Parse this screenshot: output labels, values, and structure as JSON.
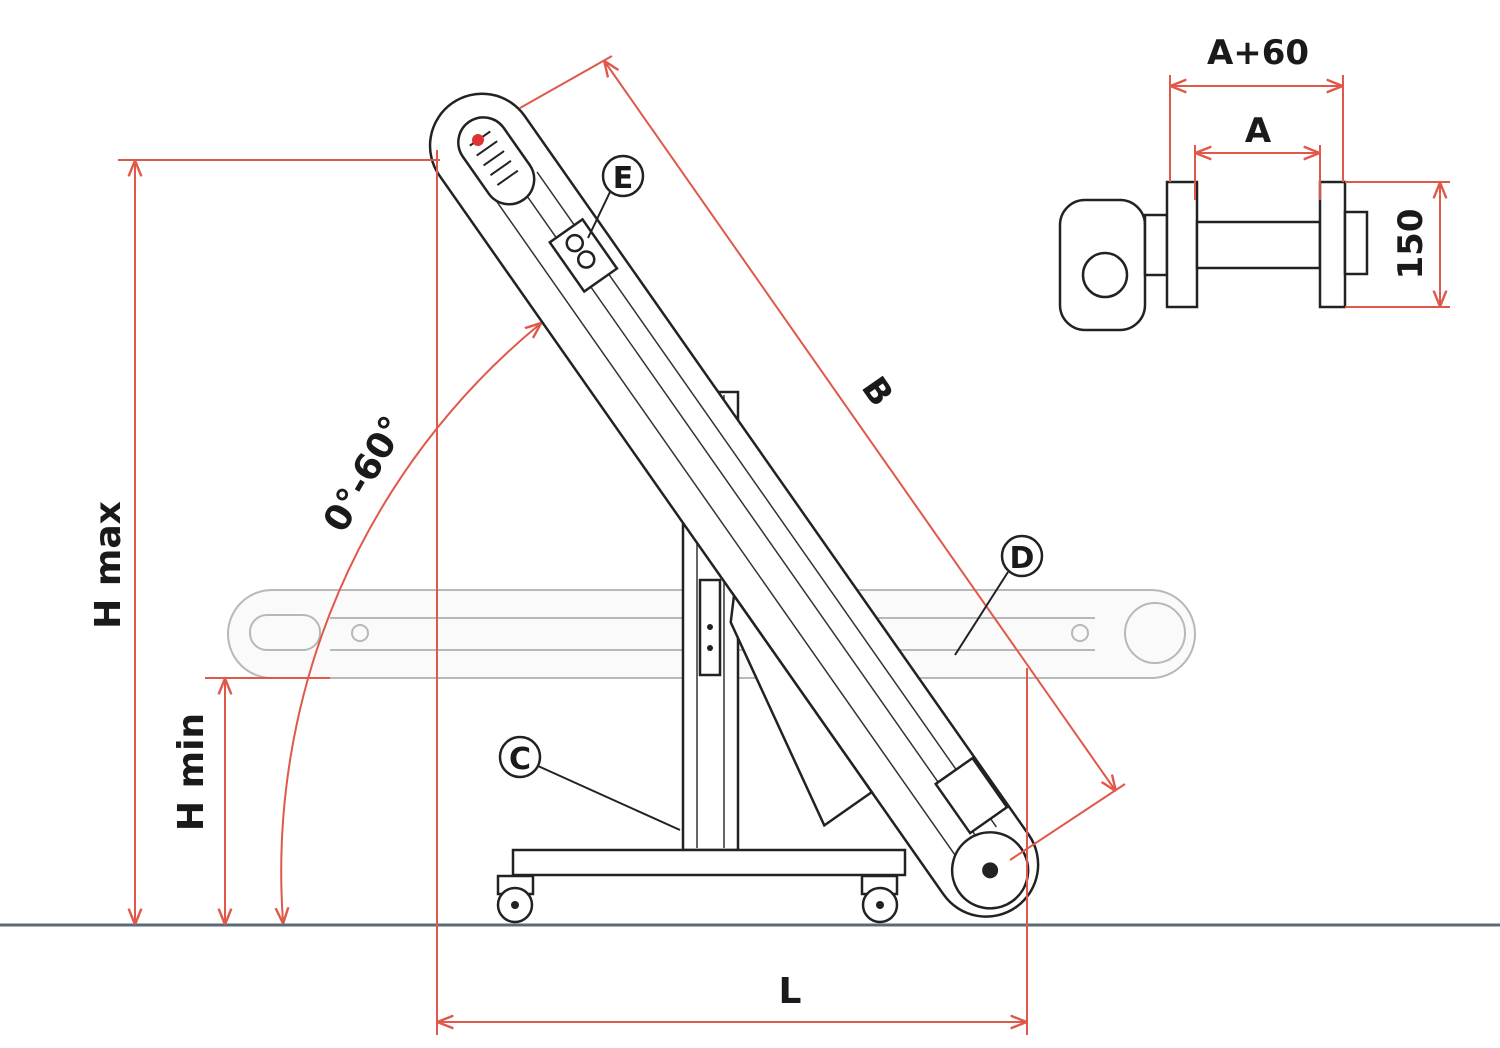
{
  "title": "Inclined belt conveyor dimension diagram",
  "colors": {
    "dimension": "#e0584a",
    "ground": "#5a6a78",
    "outline": "#222222"
  },
  "labels": {
    "a_plus_60": "A+60",
    "a": "A",
    "width_150": "150",
    "b": "B",
    "e": "E",
    "d": "D",
    "c": "C",
    "h_max": "H max",
    "h_min": "H min",
    "angle": "0°-60°",
    "l": "L"
  }
}
